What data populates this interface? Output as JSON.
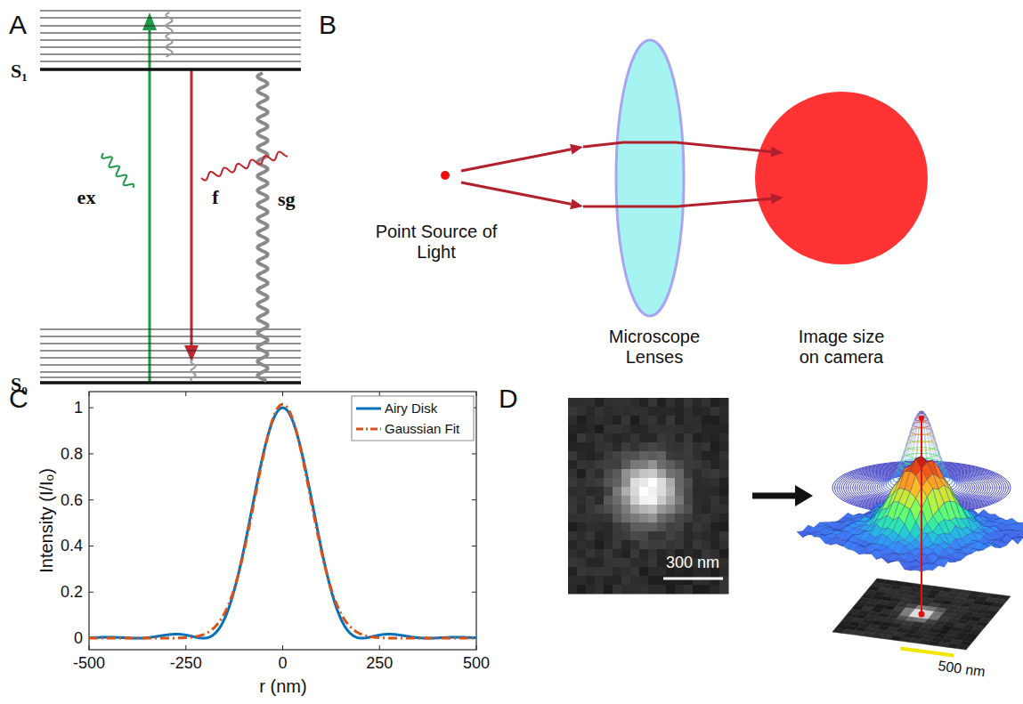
{
  "diagram": {
    "labels": [
      "A",
      "S₁",
      "ex",
      "f",
      "sg",
      "S₀",
      "B",
      "Point Source of Light",
      "Microscope Lenses",
      "Image size on camera",
      "C",
      "Intensity (I/Iₒ)",
      "1",
      "0.8",
      "0.6",
      "0.4",
      "0.2",
      "0",
      "-500",
      "-250",
      "0",
      "250",
      "500",
      "r (nm)",
      "D",
      "300 nm",
      "500 nm"
    ],
    "legend": [
      {
        "text": "Airy Disk"
      },
      {
        "text": "Gaussian Fit"
      }
    ]
  }
}
